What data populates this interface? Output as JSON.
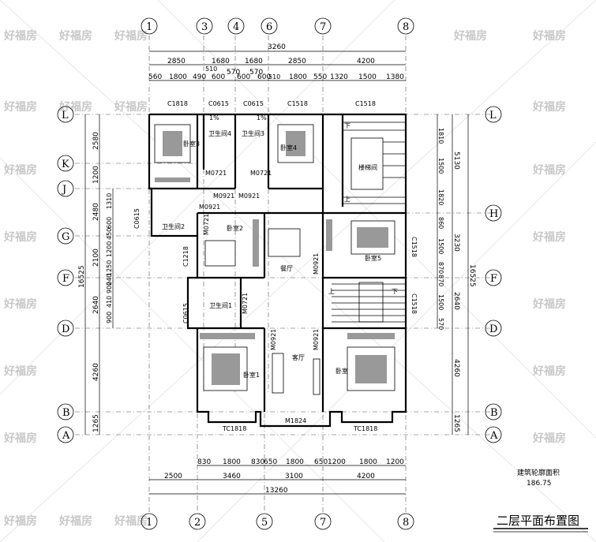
{
  "title": "二层平面布置图",
  "area": {
    "label": "建筑轮廓面积",
    "value": "186.75"
  },
  "watermark": "好福房",
  "axes": {
    "top": [
      "1",
      "3",
      "4",
      "6",
      "7",
      "8"
    ],
    "bottom": [
      "1",
      "2",
      "5",
      "7",
      "8"
    ],
    "left": [
      "L",
      "K",
      "J",
      "G",
      "F",
      "D",
      "B",
      "A"
    ],
    "right": [
      "L",
      "H",
      "F",
      "D",
      "B",
      "A"
    ]
  },
  "dims": {
    "top_total": "3260",
    "top_row1": [
      "2850",
      "1680",
      "1680",
      "2850",
      "4200"
    ],
    "top_row2": [
      "560",
      "1800",
      "490",
      "510",
      "600",
      "570",
      "600",
      "570",
      "600",
      "510",
      "1800",
      "550",
      "1320",
      "1500",
      "1380"
    ],
    "bottom_row1": [
      "830",
      "1800",
      "830",
      "650",
      "1800",
      "650",
      "1200",
      "1800",
      "1200"
    ],
    "bottom_row2": [
      "2500",
      "3460",
      "3100",
      "4200"
    ],
    "bottom_total": "13260",
    "left_outer": "16525",
    "left_mid": [
      "2580",
      "1200",
      "2480",
      "2100",
      "2640",
      "4260",
      "1265"
    ],
    "left_inner": [
      "1310",
      "600",
      "450",
      "1200",
      "1250",
      "900",
      "410",
      "900",
      "240"
    ],
    "right_outer": "16525",
    "right_mid": [
      "5130",
      "3230",
      "2640",
      "4260",
      "1265"
    ],
    "right_inner": [
      "1810",
      "1500",
      "1820",
      "860",
      "1500",
      "870",
      "870",
      "1500",
      "570"
    ]
  },
  "labels": {
    "windows": [
      "C1818",
      "C0615",
      "C0615",
      "C1518",
      "C1518",
      "C0615",
      "C1218",
      "C1518",
      "C1518",
      "C0615",
      "TC1818",
      "TC1818",
      "M1824"
    ],
    "doors": [
      "M0721",
      "M0721",
      "M0921",
      "M0921",
      "M0921",
      "M0721",
      "M0921",
      "M0721",
      "M0921",
      "M0921"
    ],
    "rooms": [
      "卧室3",
      "卧室4",
      "卫生间4",
      "卫生间3",
      "楼梯间",
      "卧室5",
      "卧室2",
      "卫生间2",
      "卫生间1",
      "餐厅",
      "卧室1",
      "客厅",
      "卧室"
    ],
    "stair": [
      "下",
      "上",
      "上",
      "下"
    ],
    "slope": "1%"
  }
}
